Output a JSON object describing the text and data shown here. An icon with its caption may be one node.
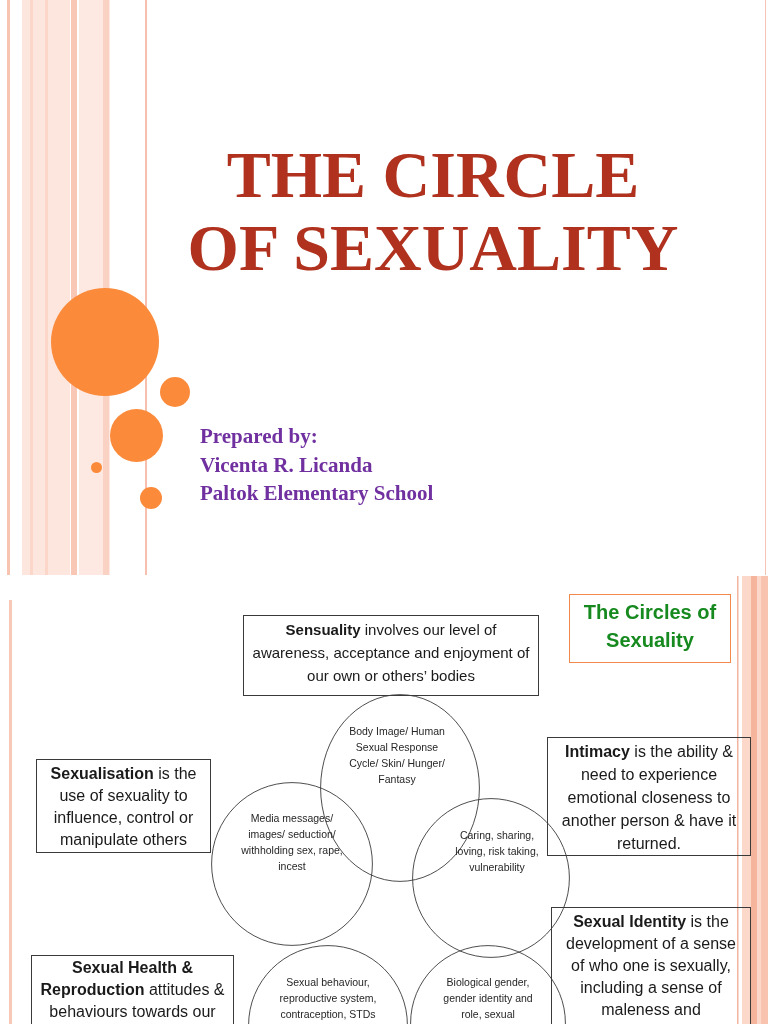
{
  "diagram": {
    "title": "THE CIRCLE OF SEXUALITY",
    "nodes": [
      {
        "text": [
          "The Circles of Sexuality"
        ]
      },
      {
        "text": [
          "**Sensuality** involves our level of awareness, acceptance and enjoyment of our own or others’ bodies"
        ]
      },
      {
        "text": [
          "Body Image/ Human Sexual Response Cycle/ Skin/ Hunger/ Fantasy"
        ]
      },
      {
        "text": [
          "**Intimacy** is the ability & need to experience emotional closeness to another person & have it returned."
        ]
      },
      {
        "text": [
          "**Sexualisation** is the use of sexuality to influence, control or manipulate others"
        ]
      },
      {
        "text": [
          "Media messages/ images/ seduction/ withholding sex, rape, incest"
        ]
      },
      {
        "text": [
          "Caring, sharing, loving, risk taking, vulnerability"
        ]
      },
      {
        "text": [
          "**Sexual Identity** is the development of a sense of who one is sexually, including a sense of maleness and"
        ]
      },
      {
        "text": [
          "**Sexual Health & Reproduction** attitudes & behaviours towards our"
        ]
      },
      {
        "text": [
          "Sexual behaviour, reproductive system, contraception, STDs"
        ]
      },
      {
        "text": [
          "Biological gender, gender identity and role, sexual"
        ]
      }
    ],
    "labels": [
      "Prepared by:",
      "Vicenta R. Licanda",
      "Paltok Elementary School"
    ]
  }
}
